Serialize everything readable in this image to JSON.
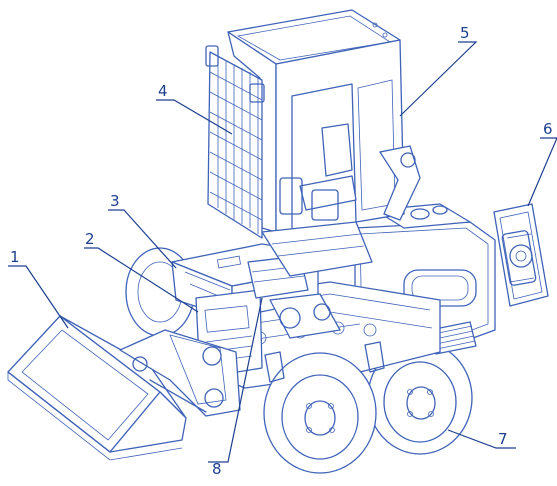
{
  "callouts": [
    {
      "id": "1",
      "label": "1"
    },
    {
      "id": "2",
      "label": "2"
    },
    {
      "id": "3",
      "label": "3"
    },
    {
      "id": "4",
      "label": "4"
    },
    {
      "id": "5",
      "label": "5"
    },
    {
      "id": "6",
      "label": "6"
    },
    {
      "id": "7",
      "label": "7"
    },
    {
      "id": "8",
      "label": "8"
    }
  ],
  "colors": {
    "line": "#3f63b8",
    "label": "#1c3f8f",
    "background": "#ffffff"
  }
}
